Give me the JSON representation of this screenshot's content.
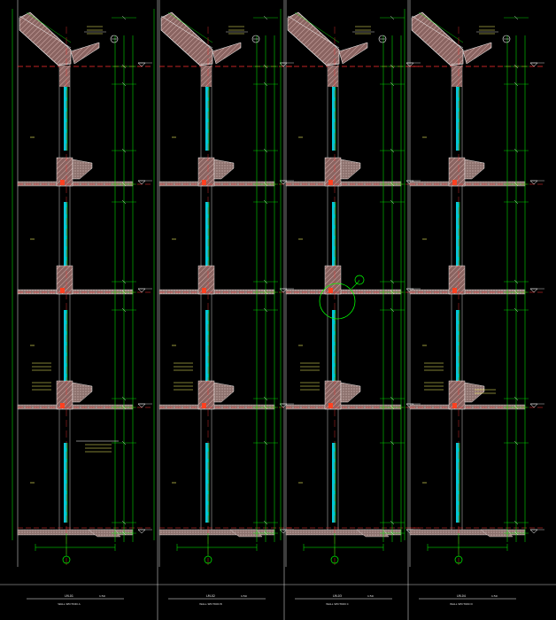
{
  "drawing": {
    "background": "#000000",
    "colors": {
      "glass": "#00c8d8",
      "wall_hatch": "#b88a86",
      "axis": "#ff3030",
      "dimension": "#00ff00",
      "outline": "#ffffff",
      "frame": "#cccccc",
      "annotation": "#ffff66"
    },
    "sheets": [
      {
        "title": "LM-01",
        "scale": "1:50",
        "subtitle": "WALL SECTION A",
        "detail_callout": false
      },
      {
        "title": "LM-02",
        "scale": "1:50",
        "subtitle": "WALL SECTION B",
        "detail_callout": false
      },
      {
        "title": "LM-03",
        "scale": "1:50",
        "subtitle": "WALL SECTION C",
        "detail_callout": true,
        "callout_label": "1"
      },
      {
        "title": "LM-04",
        "scale": "1:50",
        "subtitle": "WALL SECTION D",
        "detail_callout": false
      }
    ]
  }
}
